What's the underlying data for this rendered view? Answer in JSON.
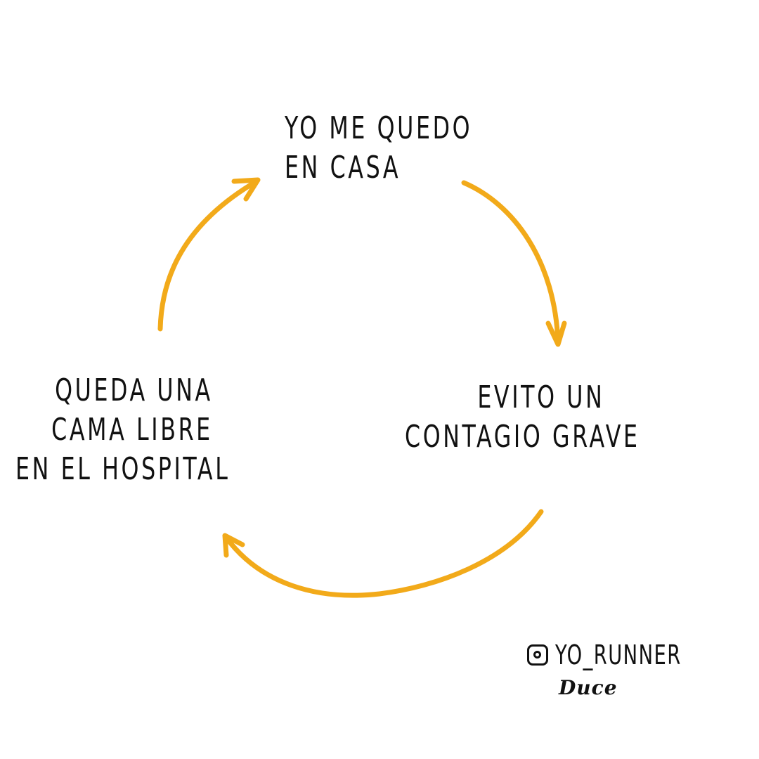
{
  "nodes": {
    "top": {
      "lines": [
        "YO ME QUEDO",
        "EN CASA"
      ]
    },
    "right": {
      "lines": [
        "EVITO UN",
        "CONTAGIO GRAVE"
      ]
    },
    "left": {
      "lines": [
        "QUEDA UNA",
        "CAMA LIBRE",
        "EN EL HOSPITAL"
      ]
    }
  },
  "credit": {
    "icon": "instagram-icon",
    "handle": "YO_RUNNER",
    "signature": "Duce"
  },
  "colors": {
    "arrow": "#F2AA1A",
    "text": "#111111",
    "background": "#FFFFFF"
  }
}
